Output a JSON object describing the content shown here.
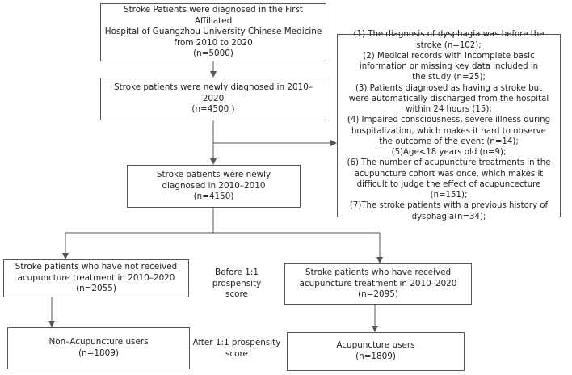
{
  "boxes": {
    "initial": [
      "Stroke Patients were diagnosed in the First Affiliated",
      "Hospital of Guangzhou University Chinese Medicine",
      "from 2010 to 2020",
      "(n=5000)"
    ],
    "newly": [
      "Stroke  patients were newly diagnosed in 2010–2020",
      "(n=4500 )"
    ],
    "eligible": [
      "Stroke  patients were newly",
      "diagnosed in 2010–2010",
      "(n=4150)"
    ],
    "non_received": [
      "Stroke patients who have not received",
      "acupuncture treatment in 2010–2020",
      "(n=2055)"
    ],
    "received": [
      "Stroke patients who have received",
      "acupuncture treatment in 2010–2020",
      "(n=2095)"
    ],
    "non_users": [
      "Non–Acupuncture users",
      "(n=1809)"
    ],
    "users": [
      "Acupuncture users",
      "(n=1809)"
    ],
    "exclusions": [
      "(1) The diagnosis of dysphagia was before the",
      "stroke (n=102);",
      "(2) Medical records with incomplete basic",
      "information or missing key data included in",
      "the study (n=25);",
      "(3) Patients diagnosed as having a stroke but",
      "were automatically discharged from the hospital",
      "within 24 hours (15);",
      "(4) Impaired consciousness, severe illness during",
      "hospitalization, which makes it hard to observe",
      "the outcome of the event (n=14);",
      "(5)Age<18 years old (n=9);",
      "(6) The number of acupuncture treatments in the",
      "acupuncture cohort was once, which makes it",
      "difficult to judge the effect of acupuncecture",
      "(n=151);",
      "(7)The stroke patients with a previous history of",
      "dysphagia(n=34);"
    ]
  },
  "labels": {
    "before": [
      "Before 1:1 prospensity",
      "score"
    ],
    "after": [
      "After 1:1 prospensity",
      "score"
    ]
  },
  "colors": {
    "line": "#555555",
    "text": "#222222"
  }
}
